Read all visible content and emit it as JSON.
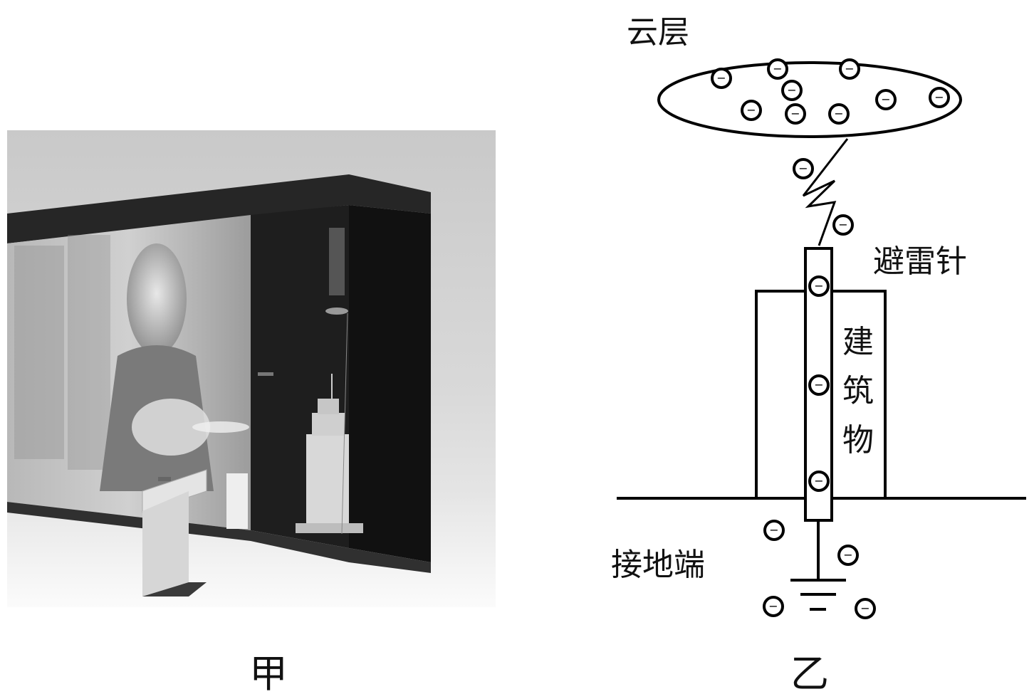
{
  "figure_a": {
    "caption": "甲"
  },
  "figure_b": {
    "caption": "乙",
    "labels": {
      "cloud": "云层",
      "lightning_rod": "避雷针",
      "building_chars": [
        "建",
        "筑",
        "物"
      ],
      "ground_terminal": "接地端"
    },
    "charge_symbol": "−"
  }
}
